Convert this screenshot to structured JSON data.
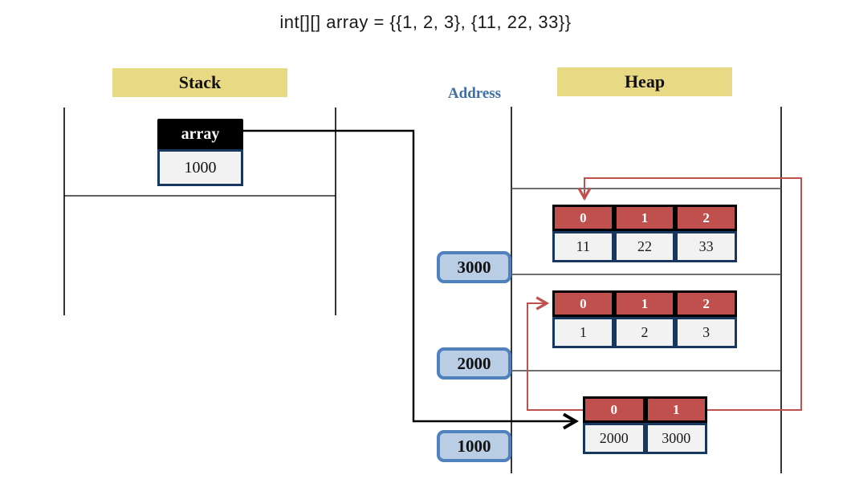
{
  "title": "int[][] array = {{1, 2, 3}, {11, 22, 33}}",
  "panels": {
    "stack_label": "Stack",
    "heap_label": "Heap",
    "address_label": "Address"
  },
  "stack": {
    "variable_name": "array",
    "variable_value": "1000"
  },
  "address_boxes": [
    "3000",
    "2000",
    "1000"
  ],
  "heap_tables": [
    {
      "indices": [
        "0",
        "1",
        "2"
      ],
      "values": [
        "11",
        "22",
        "33"
      ]
    },
    {
      "indices": [
        "0",
        "1",
        "2"
      ],
      "values": [
        "1",
        "2",
        "3"
      ]
    },
    {
      "indices": [
        "0",
        "1"
      ],
      "values": [
        "2000",
        "3000"
      ]
    }
  ],
  "colors": {
    "label_yellow": "#E8D985",
    "index_red": "#C0504D",
    "border_navy": "#17375E",
    "cell_fill": "#F2F2F2",
    "address_fill": "#B9CDE5",
    "address_border": "#4F81BD",
    "address_text": "#3E6FA6",
    "separator_gray": "#595959"
  }
}
